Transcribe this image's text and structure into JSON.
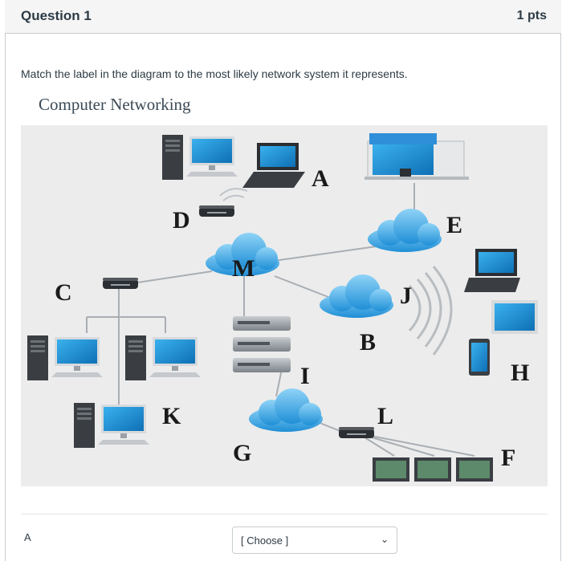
{
  "question": {
    "title": "Question 1",
    "points": "1 pts",
    "prompt": "Match the label in the diagram to the most likely network system it represents."
  },
  "diagram": {
    "title": "Computer Networking",
    "labels": {
      "a": "A",
      "b": "B",
      "c": "C",
      "d": "D",
      "e": "E",
      "f": "F",
      "g": "G",
      "h": "H",
      "i": "I",
      "j": "J",
      "k": "K",
      "l": "L",
      "m": "M"
    }
  },
  "answers": [
    {
      "label": "A",
      "selected": "[ Choose ]"
    }
  ]
}
